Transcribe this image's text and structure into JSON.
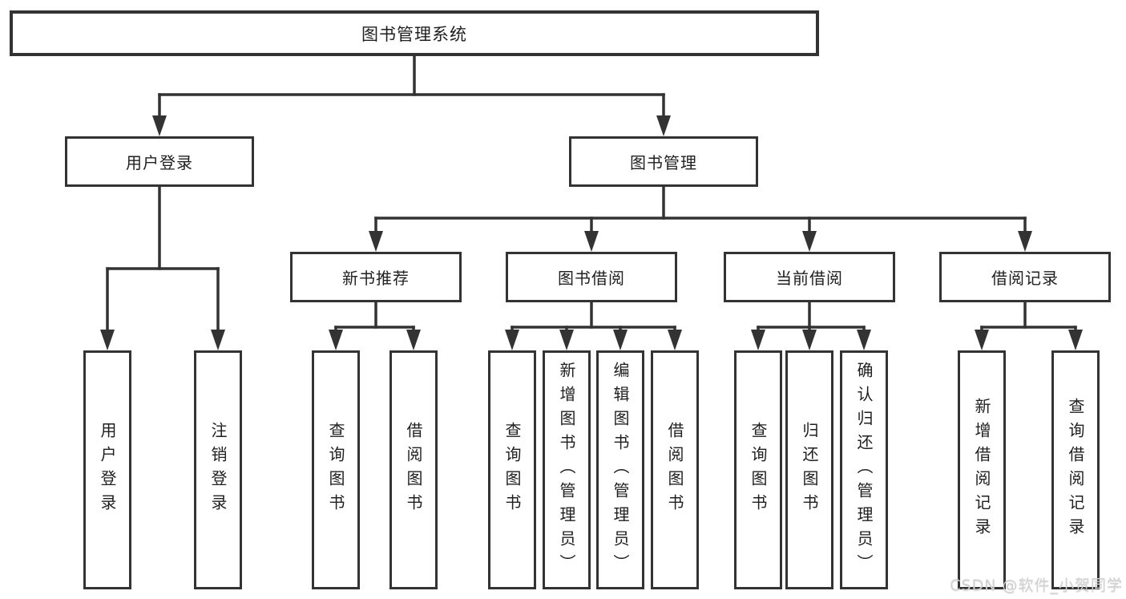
{
  "diagram": {
    "root": {
      "label": "图书管理系统"
    },
    "level2": [
      {
        "label": "用户登录"
      },
      {
        "label": "图书管理"
      }
    ],
    "level3": [
      {
        "label": "新书推荐"
      },
      {
        "label": "图书借阅"
      },
      {
        "label": "当前借阅"
      },
      {
        "label": "借阅记录"
      }
    ],
    "leaves": [
      {
        "label": "用户登录"
      },
      {
        "label": "注销登录"
      },
      {
        "label": "查询图书"
      },
      {
        "label": "借阅图书"
      },
      {
        "label": "查询图书"
      },
      {
        "label": "新增图书（管理员）"
      },
      {
        "label": "编辑图书（管理员）"
      },
      {
        "label": "借阅图书"
      },
      {
        "label": "查询图书"
      },
      {
        "label": "归还图书"
      },
      {
        "label": "确认归还（管理员）"
      },
      {
        "label": "新增借阅记录"
      },
      {
        "label": "查询借阅记录"
      }
    ]
  },
  "watermark": {
    "text": "CSDN @软件_小贺同学"
  },
  "colors": {
    "line": "#333333",
    "text": "#1f1f1f",
    "background": "#ffffff",
    "watermark": "#d2d2d2"
  }
}
